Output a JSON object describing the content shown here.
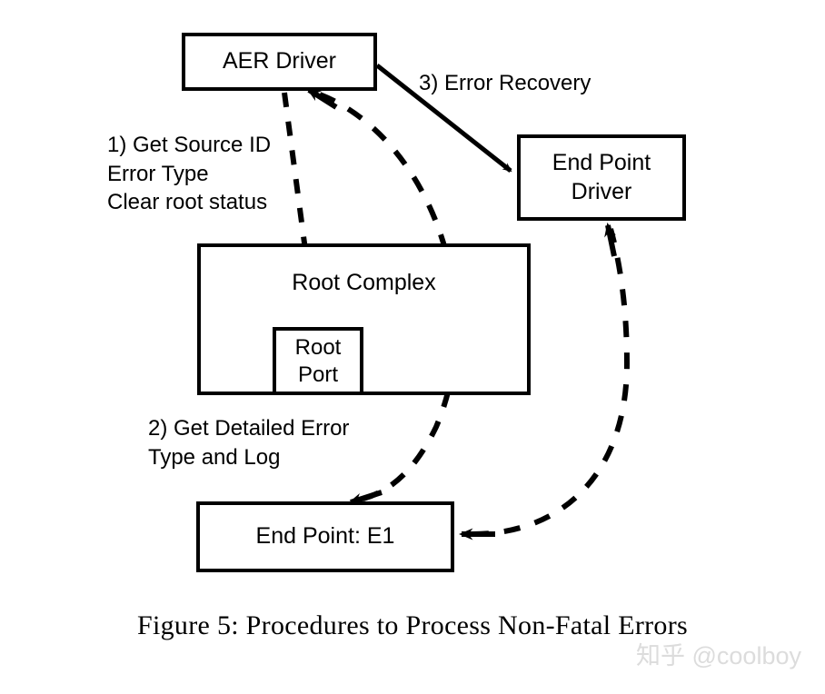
{
  "figure": {
    "caption": "Figure 5: Procedures to Process Non-Fatal Errors",
    "watermark": "知乎 @coolboy"
  },
  "nodes": {
    "aer_driver": {
      "label": "AER Driver"
    },
    "end_point_driver": {
      "line1": "End Point",
      "line2": "Driver"
    },
    "root_complex": {
      "label": "Root Complex"
    },
    "root_port": {
      "line1": "Root",
      "line2": "Port"
    },
    "end_point_e1": {
      "label": "End Point: E1"
    }
  },
  "labels": {
    "step1": "1) Get Source ID\nError Type\nClear root status",
    "step2": "2) Get Detailed Error\nType and Log",
    "step3": "3) Error Recovery"
  },
  "colors": {
    "stroke": "#000000",
    "background": "#ffffff",
    "watermark": "#dcdcdc"
  },
  "edges": [
    {
      "name": "aer-driver-to-end-point-driver",
      "style": "solid",
      "from": "aer_driver",
      "to": "end_point_driver",
      "label": "3) Error Recovery"
    },
    {
      "name": "aer-driver-to-root-port",
      "style": "dashed",
      "from": "aer_driver",
      "to": "root_port",
      "label": "1) Get Source ID / Error Type / Clear root status"
    },
    {
      "name": "aer-driver-to-end-point-e1",
      "style": "dashed",
      "from": "aer_driver",
      "to": "end_point_e1",
      "label": "2) Get Detailed Error Type and Log",
      "bidirectional": true
    },
    {
      "name": "end-point-e1-to-end-point-driver",
      "style": "dashed",
      "from": "end_point_e1",
      "to": "end_point_driver",
      "bidirectional": true
    }
  ]
}
